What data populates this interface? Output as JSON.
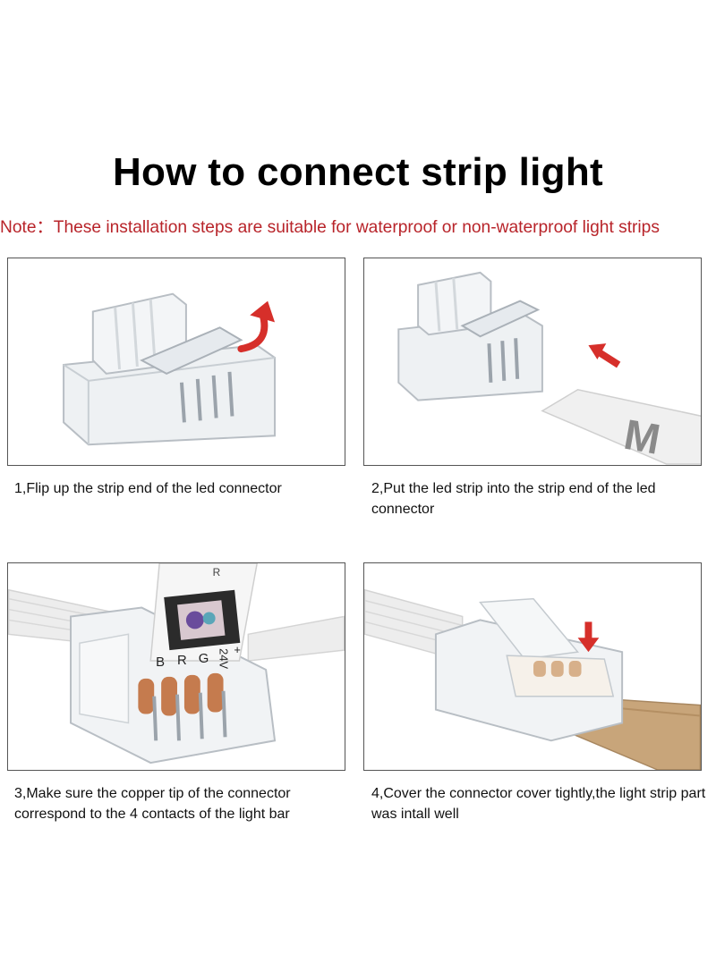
{
  "title": "How to connect strip light",
  "note": {
    "prefix": "Note：",
    "text": "These installation steps are suitable for waterproof or non-waterproof light strips"
  },
  "steps": [
    {
      "caption": "1,Flip up the strip end of the led connector"
    },
    {
      "caption": "2,Put the led strip into the strip end of the led connector"
    },
    {
      "caption": "3,Make sure the copper tip of the connector correspond to the 4 contacts of the light bar"
    },
    {
      "caption": "4,Cover the connector cover tightly,the light strip part was intall well"
    }
  ],
  "strip_labels": {
    "b": "B",
    "r": "R",
    "g": "G",
    "v": "24V",
    "plus": "+",
    "r_top": "R"
  },
  "tape_print": "M",
  "colors": {
    "title": "#000000",
    "note": "#b8242a",
    "arrow": "#d62f2a",
    "frame": "#555555"
  }
}
